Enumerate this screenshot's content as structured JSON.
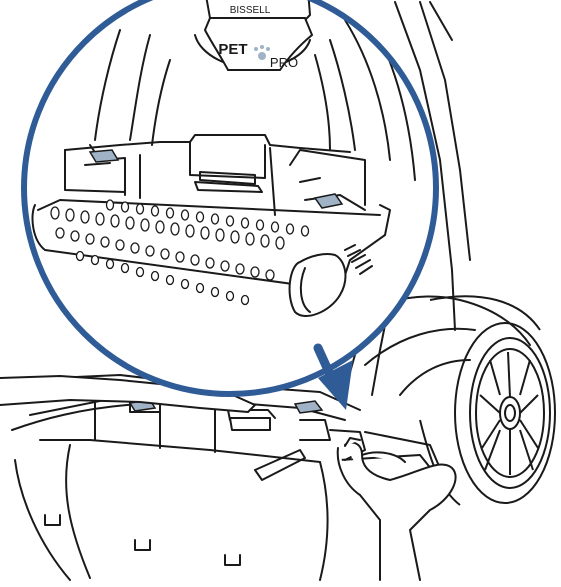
{
  "colors": {
    "line": "#1a1a1a",
    "callout_ring": "#2f5c96",
    "accent_gray": "#9fb2c6",
    "paper": "#ffffff"
  },
  "machine": {
    "brand_text": "BISSELL",
    "model_text_left": "PET",
    "model_text_right": "PRO"
  },
  "callout": {
    "icon": "brush-roll-detail-icon"
  },
  "arrow": {
    "icon": "down-right-arrow-icon"
  }
}
